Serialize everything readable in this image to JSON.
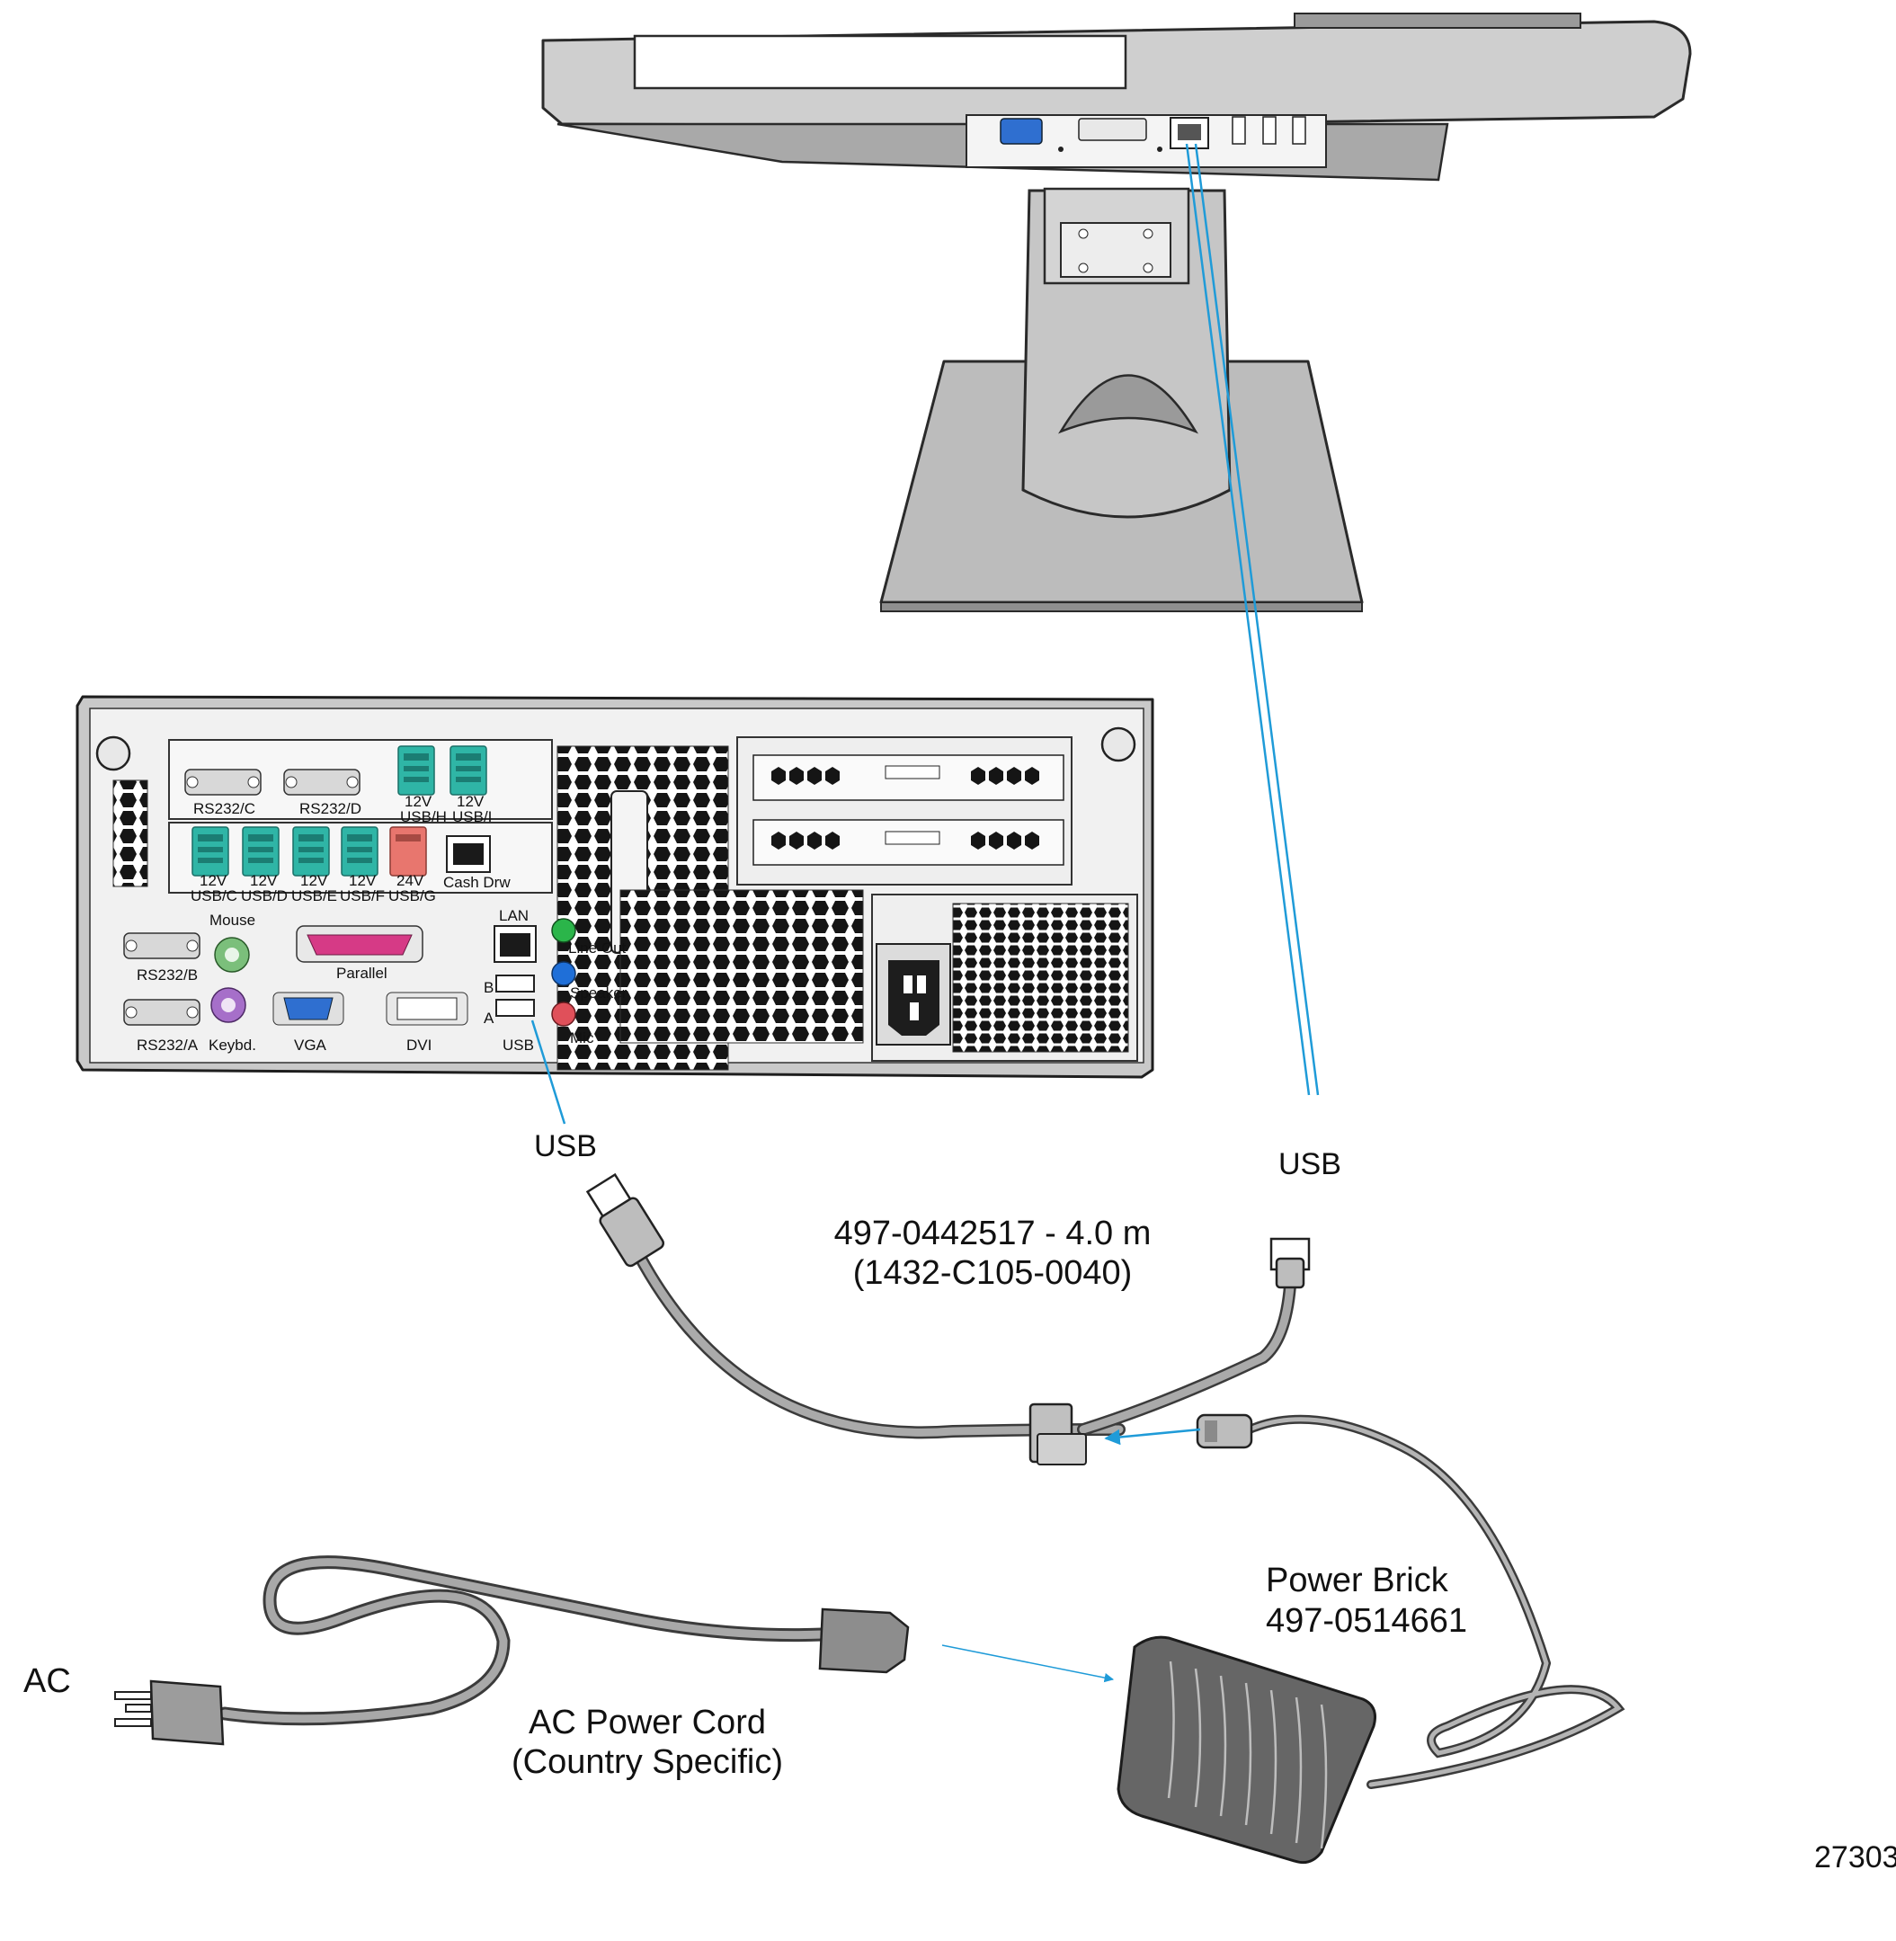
{
  "figure_id": "27303",
  "colors": {
    "leader": "#1f9bd8",
    "teal_port": "#2fb5a6",
    "red_port": "#e8766e",
    "parallel": "#d63a86",
    "vga": "#2f6fd0",
    "mouse": "#7bbf7b",
    "keyboard": "#a66fc9",
    "line_out": "#2bb54a",
    "speaker": "#1f6fd8",
    "mic": "#e0505a",
    "body_gray": "#bdbdbd",
    "panel_light": "#e6e6e6"
  },
  "pos_terminal": {
    "ports": {
      "rs232_c": "RS232/C",
      "rs232_d": "RS232/D",
      "usb_h_v": "12V",
      "usb_h": "USB/H",
      "usb_i_v": "12V",
      "usb_i": "USB/I",
      "usb_c_v": "12V",
      "usb_c": "USB/C",
      "usb_d_v": "12V",
      "usb_d": "USB/D",
      "usb_e_v": "12V",
      "usb_e": "USB/E",
      "usb_f_v": "12V",
      "usb_f": "USB/F",
      "usb_g_v": "24V",
      "usb_g": "USB/G",
      "cash_drawer": "Cash Drw",
      "mouse": "Mouse",
      "rs232_b": "RS232/B",
      "parallel": "Parallel",
      "lan": "LAN",
      "line_out": "Line Out",
      "speaker": "Speaker",
      "mic": "Mic",
      "rs232_a": "RS232/A",
      "keyboard": "Keybd.",
      "vga": "VGA",
      "dvi": "DVI",
      "usb": "USB",
      "usb_b_tag": "B",
      "usb_a_tag": "A"
    }
  },
  "callouts": {
    "usb_left": "USB",
    "usb_right": "USB",
    "cable_part": "497-0442517 - 4.0 m",
    "cable_alt": "(1432-C105-0040)",
    "power_brick_title": "Power Brick",
    "power_brick_part": "497-0514661",
    "ac": "AC",
    "ac_cord_title": "AC Power Cord",
    "ac_cord_sub": "(Country Specific)"
  }
}
